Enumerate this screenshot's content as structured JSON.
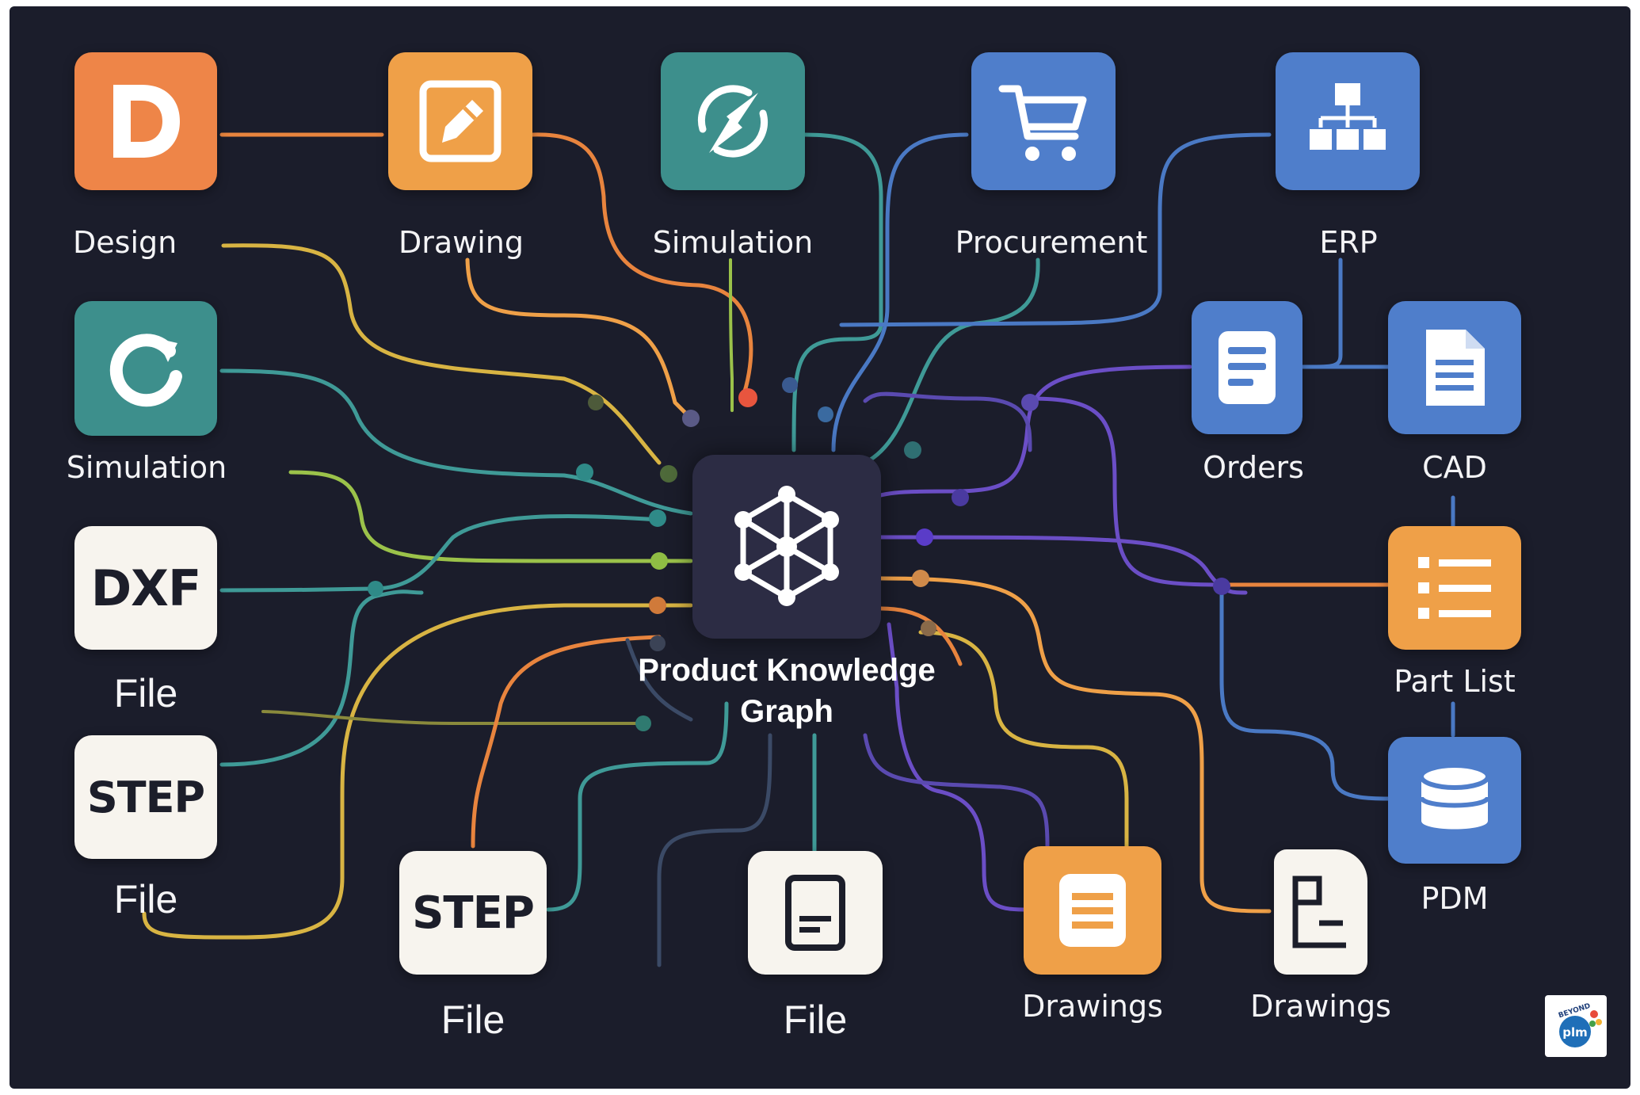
{
  "hub": {
    "title_line1": "Product Knowledge",
    "title_line2": "Graph",
    "icon": "graph-network-icon"
  },
  "nodes": [
    {
      "id": "design",
      "label": "Design",
      "icon": "letter-d-icon",
      "color": "#ee8548"
    },
    {
      "id": "drawing",
      "label": "Drawing",
      "icon": "drawing-pencil-icon",
      "color": "#efa048"
    },
    {
      "id": "simulation-top",
      "label": "Simulation",
      "icon": "simulation-cycle-icon",
      "color": "#3d8f8c"
    },
    {
      "id": "procurement",
      "label": "Procurement",
      "icon": "shopping-cart-icon",
      "color": "#4f7ecb"
    },
    {
      "id": "erp",
      "label": "ERP",
      "icon": "hierarchy-icon",
      "color": "#4f7ecb"
    },
    {
      "id": "simulation-left",
      "label": "Simulation",
      "icon": "refresh-icon",
      "color": "#3d8f8c"
    },
    {
      "id": "orders",
      "label": "Orders",
      "icon": "document-lines-icon",
      "color": "#4f7ecb"
    },
    {
      "id": "cad",
      "label": "CAD",
      "icon": "file-text-icon",
      "color": "#4f7ecb"
    },
    {
      "id": "dxf",
      "label": "File",
      "badge": "DXF",
      "icon": "dxf-file-icon",
      "color": "#f7f4ee"
    },
    {
      "id": "part-list",
      "label": "Part List",
      "icon": "list-icon",
      "color": "#efa048"
    },
    {
      "id": "step-left",
      "label": "File",
      "badge": "STEP",
      "icon": "step-file-icon",
      "color": "#f7f4ee"
    },
    {
      "id": "pdm",
      "label": "PDM",
      "icon": "database-icon",
      "color": "#4f7ecb"
    },
    {
      "id": "step-bottom",
      "label": "File",
      "badge": "STEP",
      "icon": "step-file-icon",
      "color": "#f7f4ee"
    },
    {
      "id": "file-bottom",
      "label": "File",
      "icon": "document-icon",
      "color": "#f7f4ee"
    },
    {
      "id": "drawings-1",
      "label": "Drawings",
      "icon": "document-list-icon",
      "color": "#efa048"
    },
    {
      "id": "drawings-2",
      "label": "Drawings",
      "icon": "drawing-sheet-icon",
      "color": "#f7f4ee"
    }
  ],
  "colors": {
    "background": "#1b1d2b",
    "hub": "#2c2c44",
    "wire_orange": "#e8843e",
    "wire_yellow": "#d8b443",
    "wire_teal": "#3f9a97",
    "wire_blue": "#4a79c4",
    "wire_purple": "#6b4ec6",
    "wire_green": "#9bc24a"
  },
  "logo": {
    "text_top": "BEYOND",
    "text_main": "plm",
    "icon": "beyond-plm-logo-icon"
  }
}
